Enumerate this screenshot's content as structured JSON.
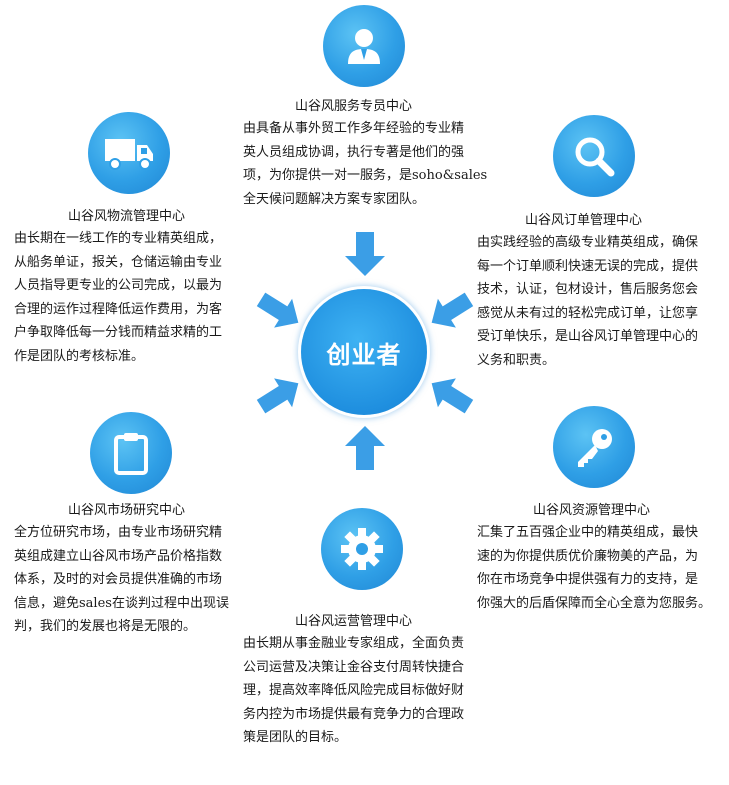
{
  "center": {
    "label": "创业者"
  },
  "colors": {
    "accent": "#2f9fe6",
    "arrow": "#3b9ee6"
  },
  "nodes": {
    "service": {
      "icon": "person-icon",
      "title": "山谷风服务专员中心",
      "lines": [
        "由具备从事外贸工作多年经验的专业精",
        "英人员组成协调，执行专著是他们的强",
        "项，为你提供一对一服务，是soho&sales",
        "全天候问题解决方案专家团队。"
      ]
    },
    "logistics": {
      "icon": "truck-icon",
      "title": "山谷风物流管理中心",
      "lines": [
        "由长期在一线工作的专业精英组成，",
        "从船务单证，报关，仓储运输由专业",
        "人员指导更专业的公司完成，以最为",
        "合理的运作过程降低运作费用，为客",
        "户争取降低每一分钱而精益求精的工",
        "作是团队的考核标准。"
      ]
    },
    "order": {
      "icon": "search-icon",
      "title": "山谷风订单管理中心",
      "lines": [
        "由实践经验的高级专业精英组成，确保",
        "每一个订单顺利快速无误的完成，提供",
        "技术，认证，包材设计，售后服务您会",
        "感觉从未有过的轻松完成订单，让您享",
        "受订单快乐，是山谷风订单管理中心的",
        "义务和职责。"
      ]
    },
    "market": {
      "icon": "clipboard-icon",
      "title": "山谷风市场研究中心",
      "lines": [
        "全方位研究市场，由专业市场研究精",
        "英组成建立山谷风市场产品价格指数",
        "体系，及时的对会员提供准确的市场",
        "信息，避免sales在谈判过程中出现误",
        "判，我们的发展也将是无限的。"
      ]
    },
    "resource": {
      "icon": "key-icon",
      "title": "山谷风资源管理中心",
      "lines": [
        "汇集了五百强企业中的精英组成，最快",
        "速的为你提供质优价廉物美的产品，为",
        "你在市场竞争中提供强有力的支持，是",
        "你强大的后盾保障而全心全意为您服务。"
      ]
    },
    "operation": {
      "icon": "gear-icon",
      "title": "山谷风运营管理中心",
      "lines": [
        "由长期从事金融业专家组成，全面负责",
        "公司运营及决策让金谷支付周转快捷合",
        "理，提高效率降低风险完成目标做好财",
        "务内控为市场提供最有竞争力的合理政",
        "策是团队的目标。"
      ]
    }
  }
}
